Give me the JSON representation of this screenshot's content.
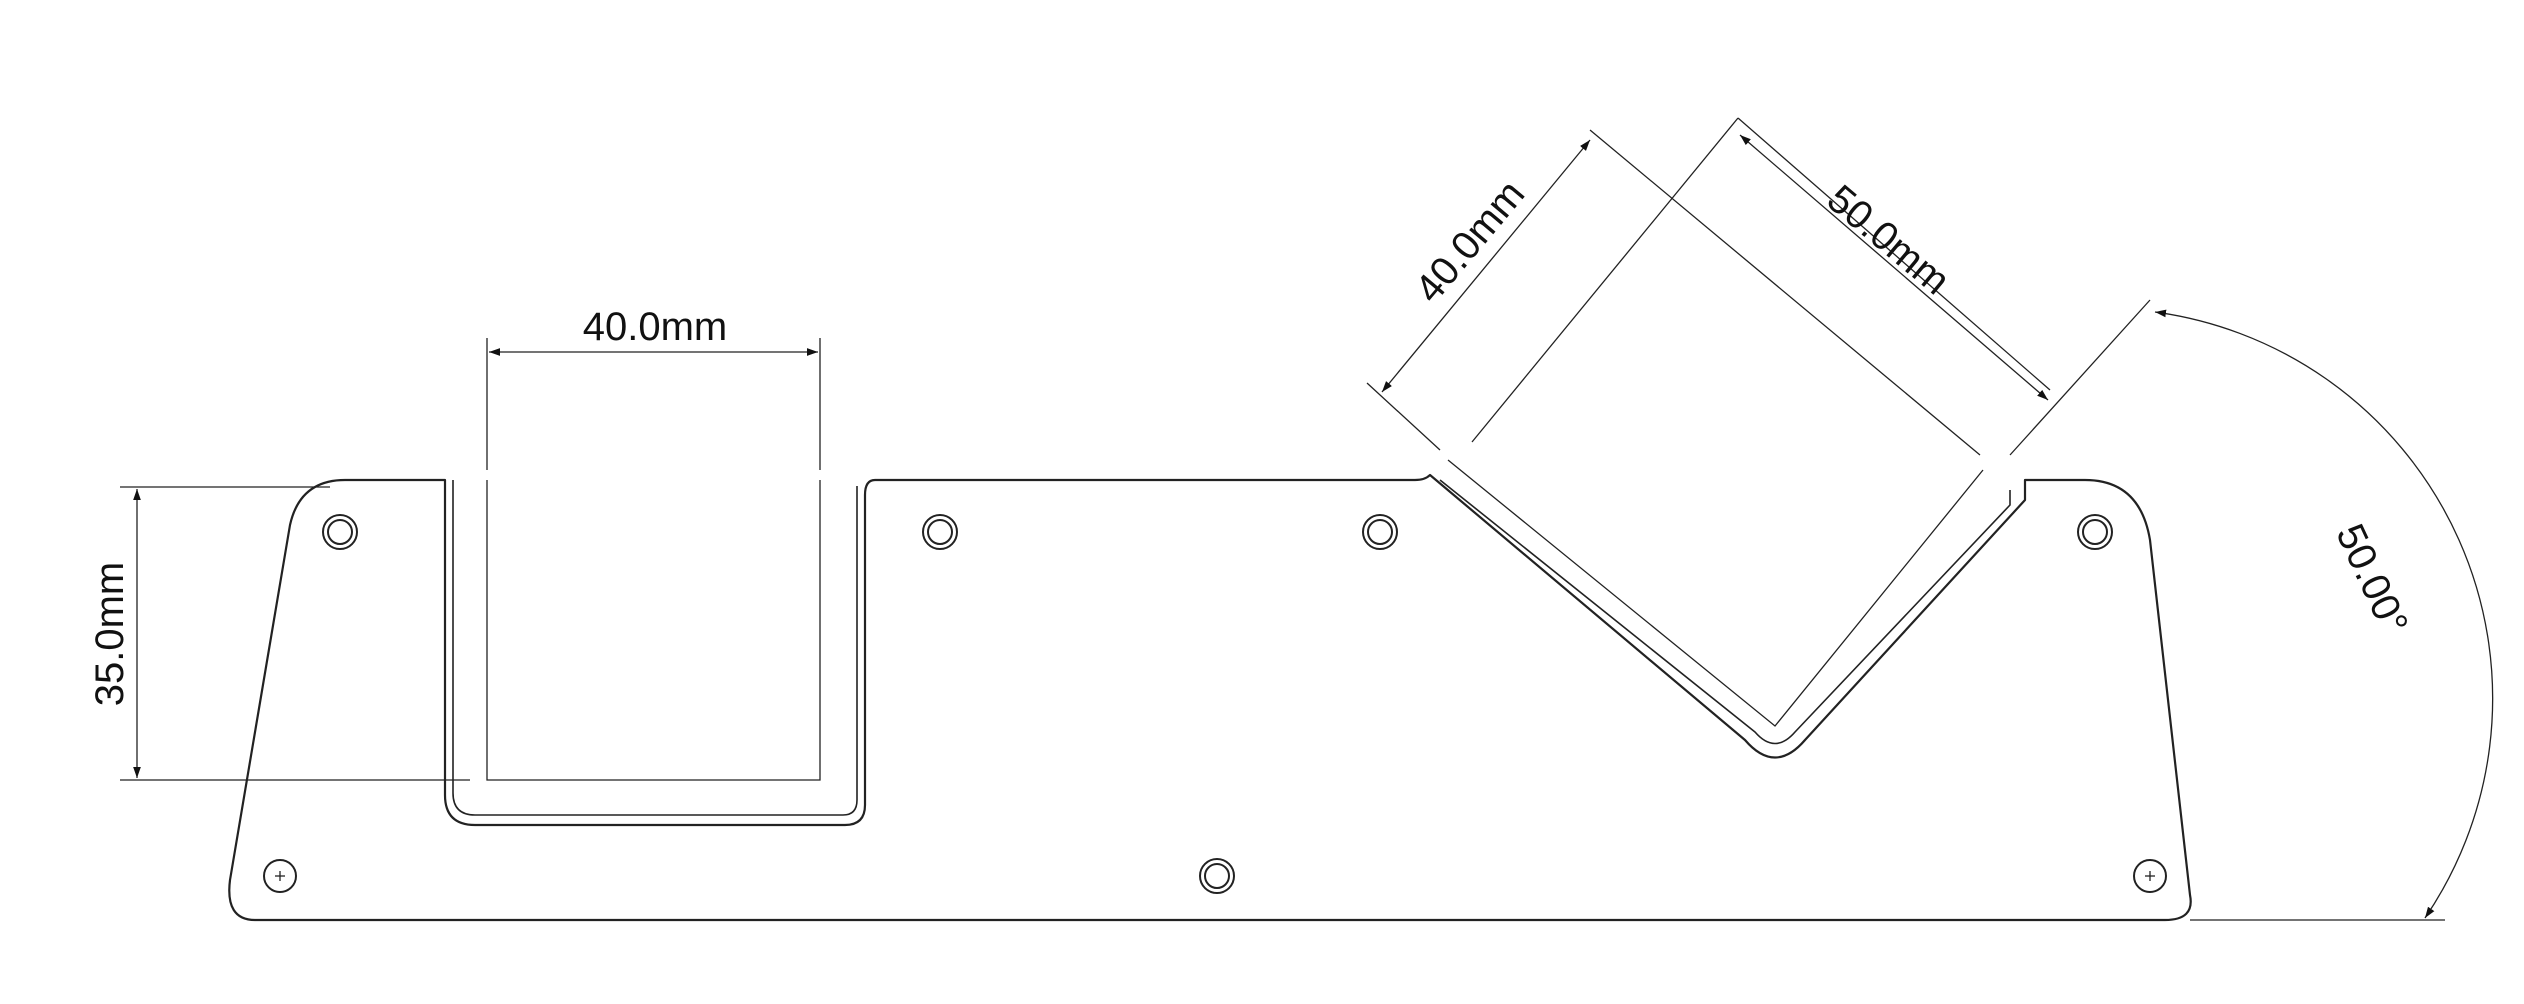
{
  "dimensions": {
    "slot_width": "40.0mm",
    "slot_depth": "35.0mm",
    "angled_slot_width": "40.0mm",
    "angled_slot_depth": "50.0mm",
    "angle": "50.00°"
  },
  "colors": {
    "line": "#222222",
    "background": "#ffffff"
  }
}
